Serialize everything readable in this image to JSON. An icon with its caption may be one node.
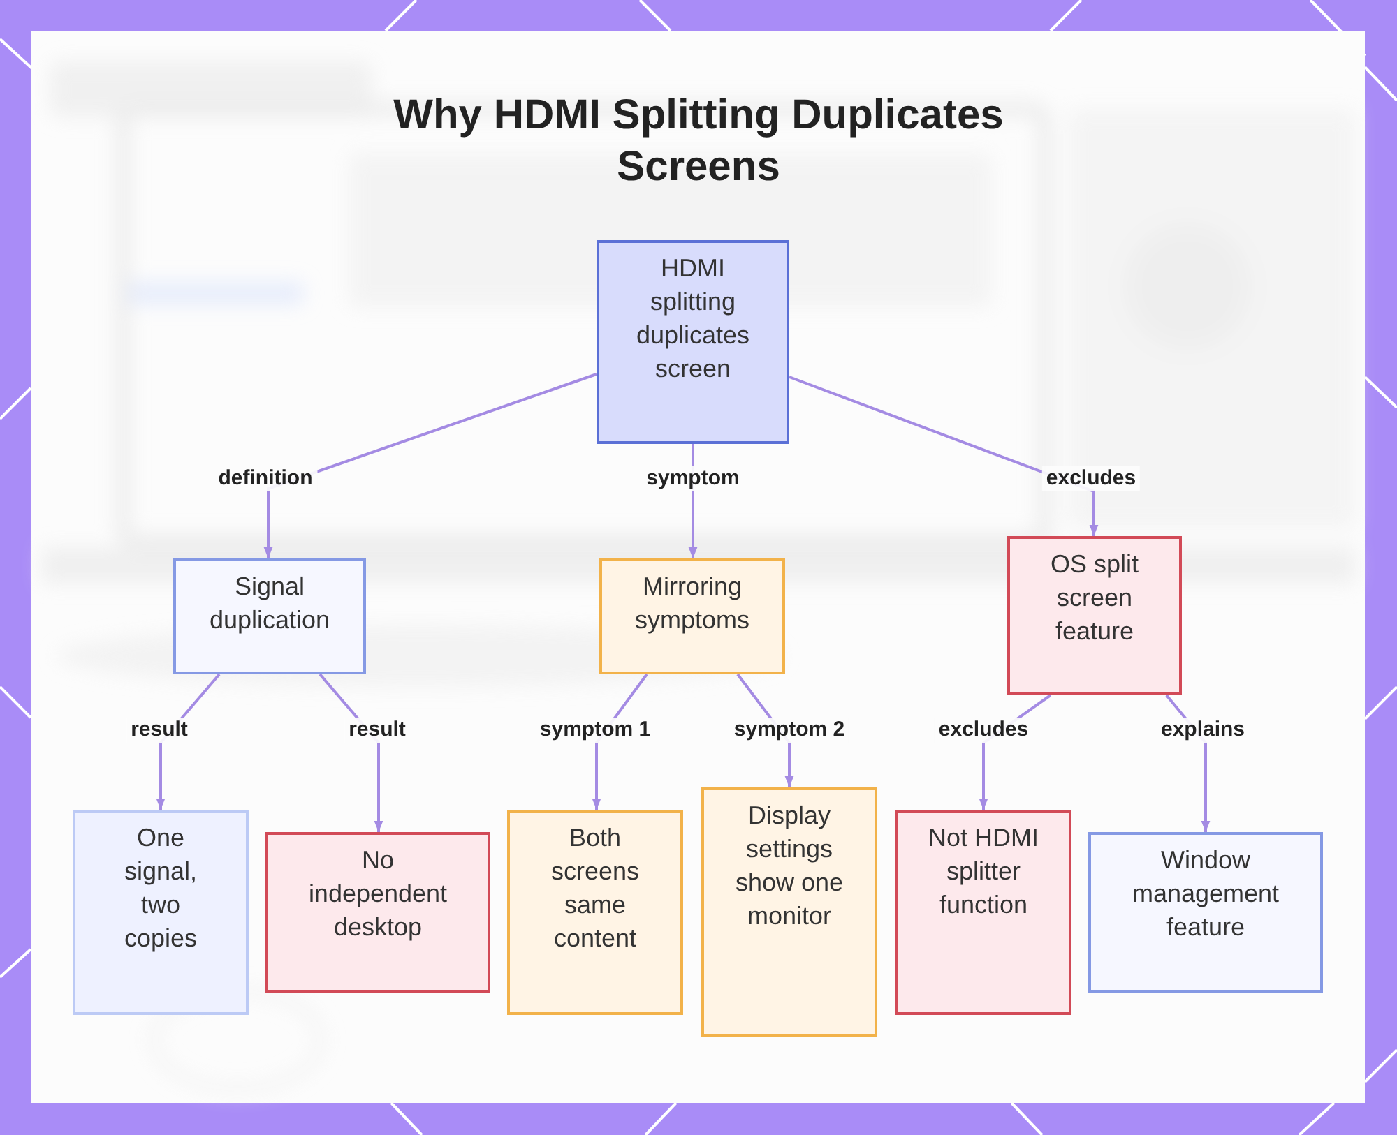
{
  "diagram": {
    "title": "Why HDMI Splitting Duplicates Screens",
    "nodes": [
      {
        "text": [
          "HDMI splitting duplicates screen"
        ]
      },
      {
        "text": [
          "Signal duplication"
        ]
      },
      {
        "text": [
          "Mirroring symptoms"
        ]
      },
      {
        "text": [
          "OS split screen feature"
        ]
      },
      {
        "text": [
          "One signal, two copies"
        ]
      },
      {
        "text": [
          "No independent desktop"
        ]
      },
      {
        "text": [
          "Both screens same content"
        ]
      },
      {
        "text": [
          "Display settings show one monitor"
        ]
      },
      {
        "text": [
          "Not HDMI splitter function"
        ]
      },
      {
        "text": [
          "Window management feature"
        ]
      }
    ],
    "edges": [
      {
        "from": 0,
        "to": 1,
        "arrow": "to",
        "label": "definition"
      },
      {
        "from": 0,
        "to": 2,
        "arrow": "to",
        "label": "symptom"
      },
      {
        "from": 0,
        "to": 3,
        "arrow": "to",
        "label": "excludes"
      },
      {
        "from": 1,
        "to": 4,
        "arrow": "to",
        "label": "result"
      },
      {
        "from": 1,
        "to": 5,
        "arrow": "to",
        "label": "result"
      },
      {
        "from": 2,
        "to": 6,
        "arrow": "to",
        "label": "symptom 1"
      },
      {
        "from": 2,
        "to": 7,
        "arrow": "to",
        "label": "symptom 2"
      },
      {
        "from": 3,
        "to": 8,
        "arrow": "to",
        "label": "excludes"
      },
      {
        "from": 3,
        "to": 9,
        "arrow": "to",
        "label": "explains"
      }
    ]
  }
}
